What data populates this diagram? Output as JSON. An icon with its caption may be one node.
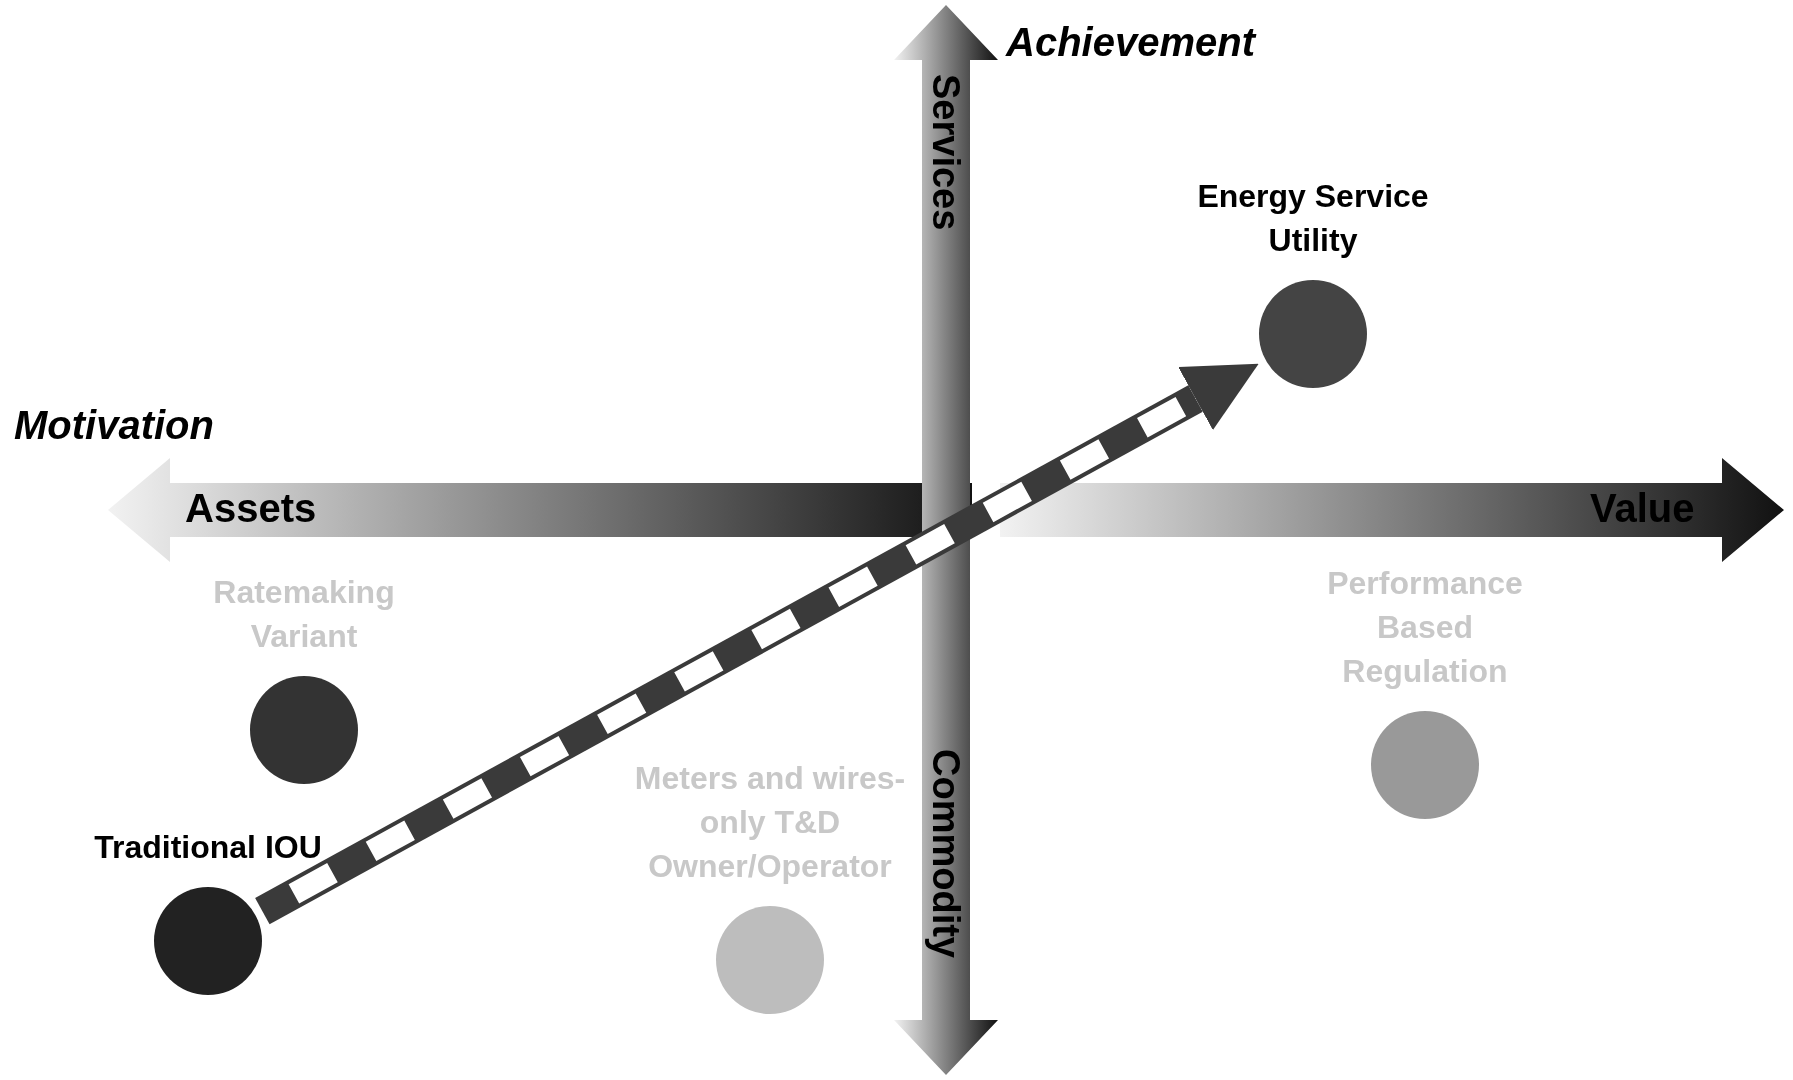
{
  "diagram": {
    "nodes": [
      {
        "text": [
          "Energy Service Utility"
        ]
      },
      {
        "text": [
          "Ratemaking Variant"
        ]
      },
      {
        "text": [
          "Performance Based Regulation"
        ]
      },
      {
        "text": [
          "Meters and wires-only T&D Owner/Operator"
        ]
      },
      {
        "text": [
          "Traditional IOU"
        ]
      }
    ],
    "edges": [
      {
        "from": 4,
        "to": 0,
        "arrow": "to"
      }
    ],
    "labels": [
      "Achievement",
      "Services",
      "Motivation",
      "Assets",
      "Value",
      "Commodity"
    ]
  }
}
